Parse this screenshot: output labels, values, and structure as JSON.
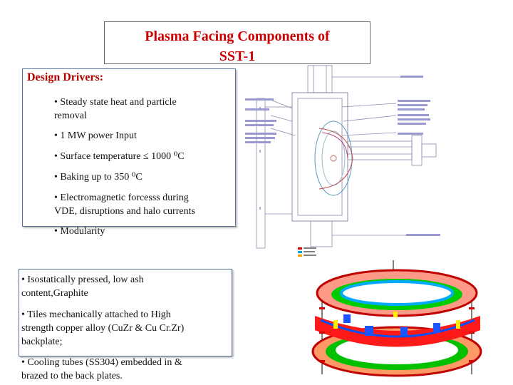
{
  "title": {
    "line1": "Plasma Facing Components of",
    "line2": "SST-1"
  },
  "design_drivers": {
    "heading": "Design Drivers:",
    "bullets": [
      {
        "line1": "• Steady state heat and particle",
        "line2": "removal"
      },
      {
        "line1": "• 1 MW power Input"
      },
      {
        "line1": "• Surface temperature ≤ 1000 ⁰C"
      },
      {
        "line1": "• Baking up to 350 ⁰C"
      },
      {
        "line1": "• Electromagnetic forcesss during",
        "line2": "VDE, disruptions and halo  currents"
      },
      {
        "line1": "• Modularity"
      }
    ]
  },
  "features": {
    "bullets": [
      {
        "line1": "• Isostatically pressed, low ash",
        "line2": "content,Graphite"
      },
      {
        "line1": "• Tiles mechanically attached to High",
        "line2": "strength copper alloy (CuZr & Cu Cr.Zr)",
        "line3": "backplate;"
      },
      {
        "line1": "• Cooling tubes (SS304) embedded in &",
        "line2": "brazed to the back plates."
      }
    ]
  },
  "colors": {
    "title": "#cc0000",
    "heading": "#b00000",
    "box_border": "#58729a"
  },
  "images": [
    {
      "name": "cross-section-drawing",
      "description": "SST-1 vessel cross-section engineering drawing (labels illegible)"
    },
    {
      "name": "pfc-3d-model",
      "description": "3D colored model of plasma facing components ring"
    }
  ]
}
